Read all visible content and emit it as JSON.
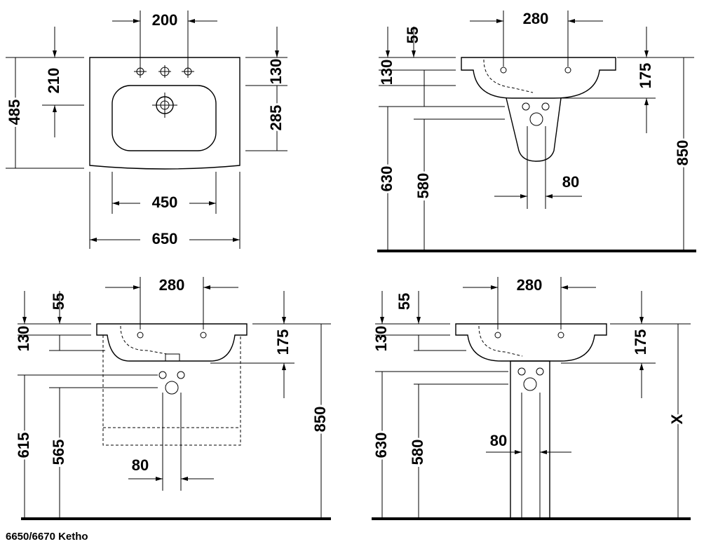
{
  "caption": "6650/6670 Ketho",
  "views": {
    "top_plan": {
      "d200": "200",
      "d210": "210",
      "d485": "485",
      "d130": "130",
      "d285": "285",
      "d450": "450",
      "d650": "650"
    },
    "side_half_pedestal": {
      "d280": "280",
      "d55": "55",
      "d130": "130",
      "d175": "175",
      "d630": "630",
      "d580": "580",
      "d80": "80",
      "d850": "850"
    },
    "side_wall_mounted": {
      "d280": "280",
      "d55": "55",
      "d130": "130",
      "d175": "175",
      "d615": "615",
      "d565": "565",
      "d80": "80",
      "d850": "850"
    },
    "side_full_pedestal": {
      "d280": "280",
      "d55": "55",
      "d130": "130",
      "d175": "175",
      "d630": "630",
      "d580": "580",
      "d80": "80",
      "dx": "X"
    }
  }
}
